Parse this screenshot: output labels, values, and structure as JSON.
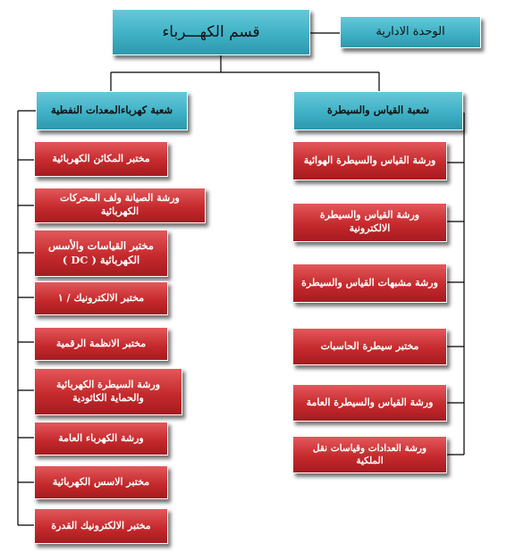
{
  "diagram": {
    "root": {
      "label": "قسم الكهـــرباء"
    },
    "admin": {
      "label": "الوحدة الادارية"
    },
    "branches": {
      "left": {
        "label": "شعبة كهرباءالمعدات النفطية",
        "units": [
          "مختبر المكائن الكهربائية",
          "ورشة الصيانة ولف المحركات الكهربائية",
          "مختبر القياسات والأسس الكهربائية ( DC )",
          "مختبر الالكترونيك / ١",
          "مختبر الانظمة الرقمية",
          "ورشة السيطرة الكهربائية والحماية الكاثودية",
          "ورشة الكهرباء العامة",
          "مختبر الاسس الكهربائية",
          "مختبر الالكترونيك القدرة"
        ]
      },
      "right": {
        "label": "شعبة القياس والسيطرة",
        "units": [
          "ورشة القياس والسيطرة الهوائية",
          "ورشة القياس والسيطرة الالكترونية",
          "ورشة مشبهات القياس والسيطرة",
          "مختبر سيطرة الحاسبات",
          "ورشة القياس والسيطرة العامة",
          "ورشة العدادات وقياسات نقل الملكية"
        ]
      }
    }
  }
}
